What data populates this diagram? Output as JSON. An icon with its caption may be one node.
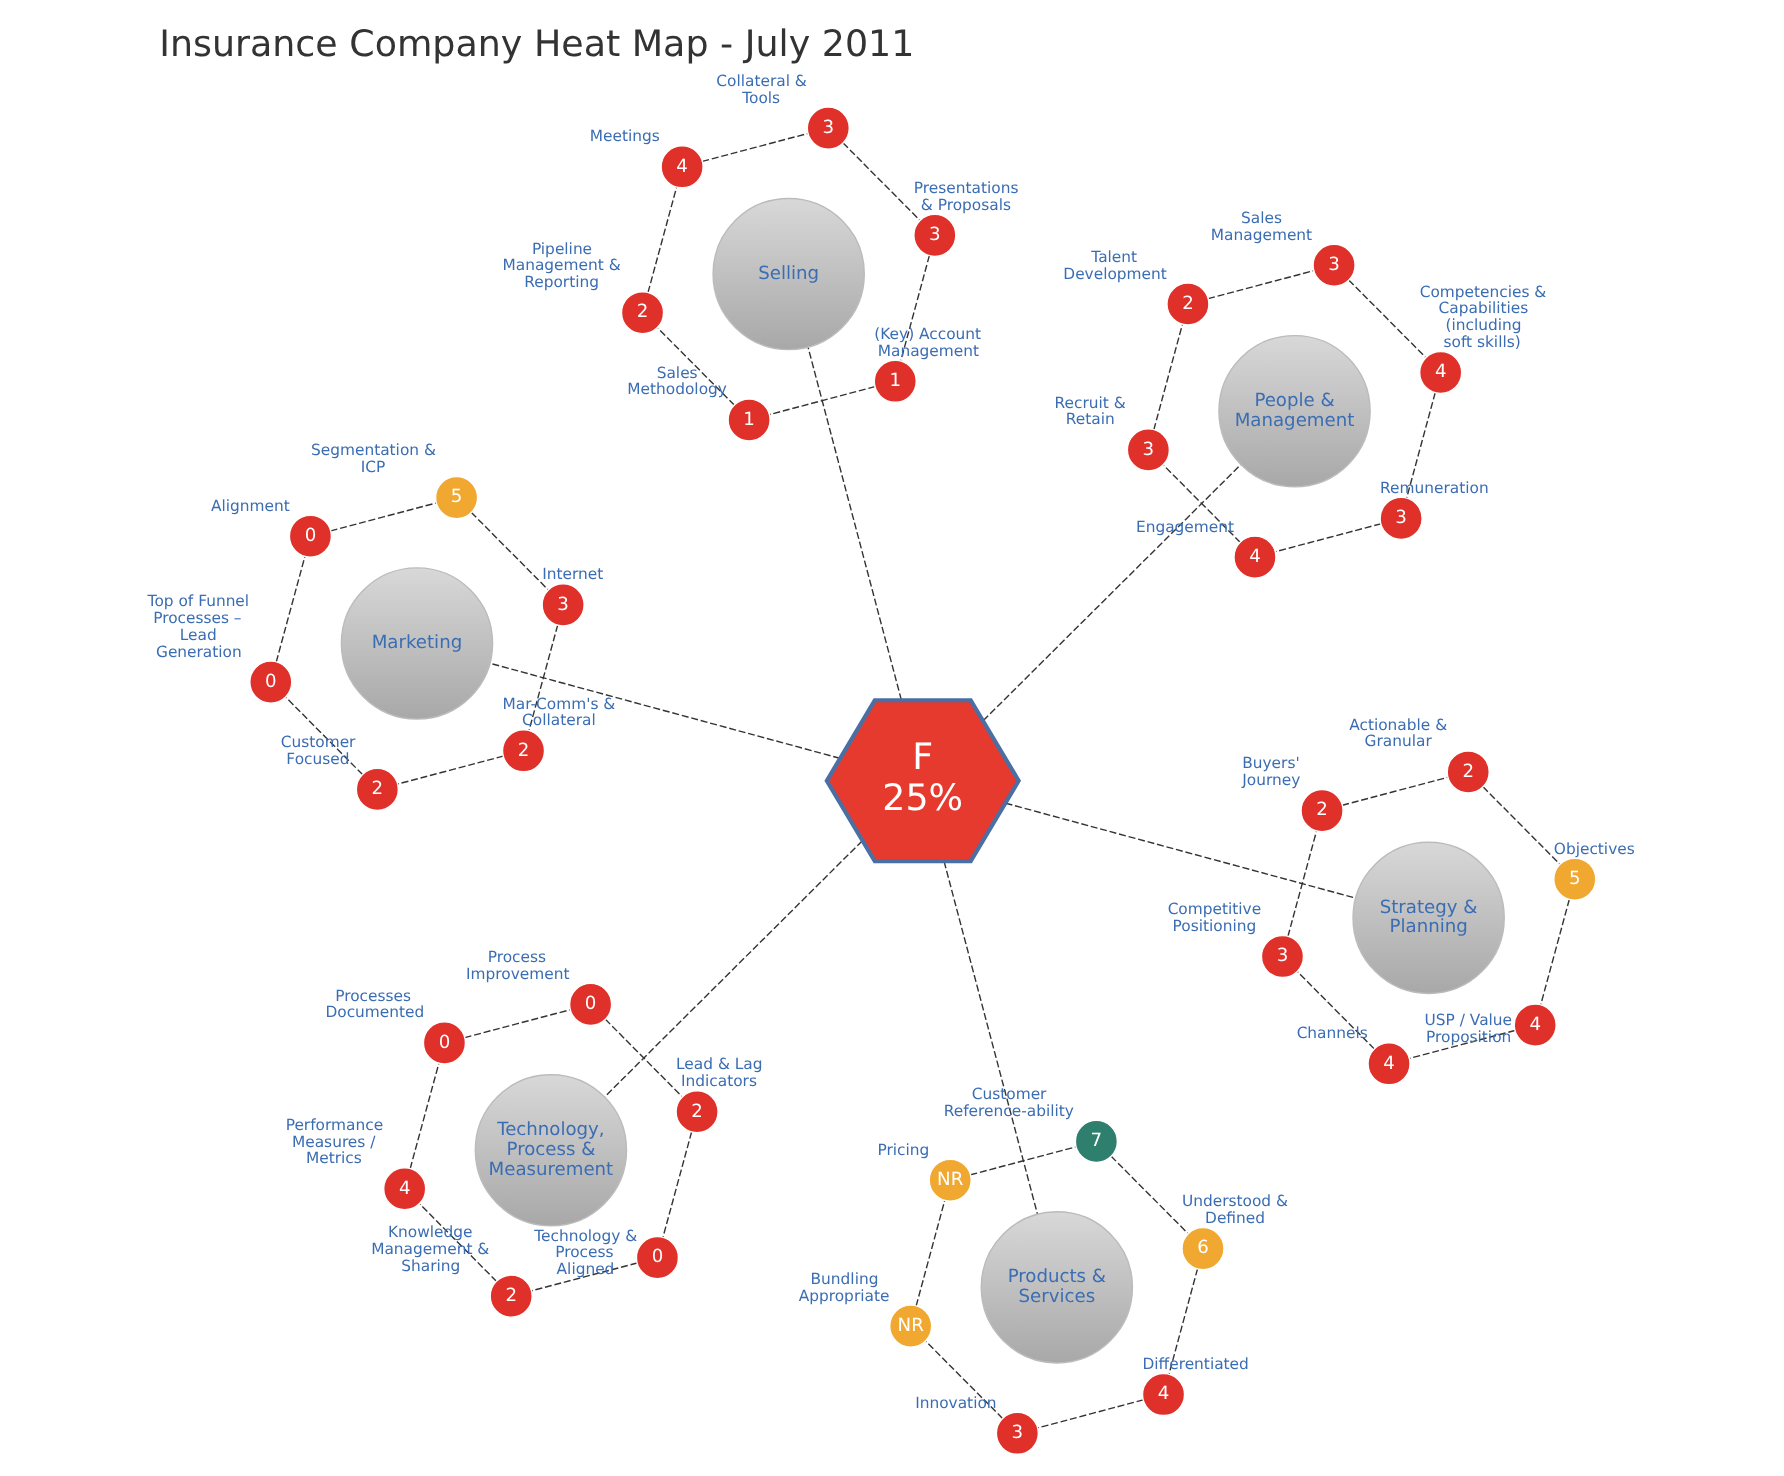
{
  "diagram": {
    "title": "Insurance Company Heat Map - July 2011",
    "nodes": [
      {
        "text": [
          "F",
          "25%"
        ]
      },
      {
        "text": [
          "People & Management"
        ]
      },
      {
        "text": [
          "3"
        ],
        "beside": [
          "Sales Management"
        ]
      },
      {
        "text": [
          "4"
        ],
        "beside": [
          "Competencies & Capabilities (including soft skills)"
        ]
      },
      {
        "text": [
          "3"
        ],
        "beside": [
          "Remuneration"
        ]
      },
      {
        "text": [
          "4"
        ],
        "beside": [
          "Engagement"
        ]
      },
      {
        "text": [
          "3"
        ],
        "beside": [
          "Recruit & Retain"
        ]
      },
      {
        "text": [
          "2"
        ],
        "beside": [
          "Talent Development"
        ]
      },
      {
        "text": [
          "Selling"
        ]
      },
      {
        "text": [
          "3"
        ],
        "beside": [
          "Collateral & Tools"
        ]
      },
      {
        "text": [
          "3"
        ],
        "beside": [
          "Presentations & Proposals"
        ]
      },
      {
        "text": [
          "1"
        ],
        "beside": [
          "(Key) Account Management"
        ]
      },
      {
        "text": [
          "1"
        ],
        "beside": [
          "Sales Methodology"
        ]
      },
      {
        "text": [
          "2"
        ],
        "beside": [
          "Pipeline Management & Reporting"
        ]
      },
      {
        "text": [
          "4"
        ],
        "beside": [
          "Meetings"
        ]
      },
      {
        "text": [
          "Strategy & Planning"
        ]
      },
      {
        "text": [
          "2"
        ],
        "beside": [
          "Actionable & Granular"
        ]
      },
      {
        "text": [
          "5"
        ],
        "beside": [
          "Objectives"
        ]
      },
      {
        "text": [
          "4"
        ],
        "beside": [
          "USP / Value Proposition"
        ]
      },
      {
        "text": [
          "4"
        ],
        "beside": [
          "Channels"
        ]
      },
      {
        "text": [
          "3"
        ],
        "beside": [
          "Competitive Positioning"
        ]
      },
      {
        "text": [
          "2"
        ],
        "beside": [
          "Buyers' Journey"
        ]
      },
      {
        "text": [
          "Marketing"
        ]
      },
      {
        "text": [
          "5"
        ],
        "beside": [
          "Segmentation & ICP"
        ]
      },
      {
        "text": [
          "3"
        ],
        "beside": [
          "Internet"
        ]
      },
      {
        "text": [
          "2"
        ],
        "beside": [
          "Mar-Comm's & Collateral"
        ]
      },
      {
        "text": [
          "2"
        ],
        "beside": [
          "Customer Focused"
        ]
      },
      {
        "text": [
          "0"
        ],
        "beside": [
          "Top of Funnel Processes – Lead Generation"
        ]
      },
      {
        "text": [
          "0"
        ],
        "beside": [
          "Alignment"
        ]
      },
      {
        "text": [
          "Products & Services"
        ]
      },
      {
        "text": [
          "7"
        ],
        "beside": [
          "Customer Reference-ability"
        ]
      },
      {
        "text": [
          "6"
        ],
        "beside": [
          "Understood & Defined"
        ]
      },
      {
        "text": [
          "4"
        ],
        "beside": [
          "Differentiated"
        ]
      },
      {
        "text": [
          "3"
        ],
        "beside": [
          "Innovation"
        ]
      },
      {
        "text": [
          "NR"
        ],
        "beside": [
          "Bundling Appropriate"
        ]
      },
      {
        "text": [
          "NR"
        ],
        "beside": [
          "Pricing"
        ]
      },
      {
        "text": [
          "Technology, Process & Measurement"
        ]
      },
      {
        "text": [
          "0"
        ],
        "beside": [
          "Process Improvement"
        ]
      },
      {
        "text": [
          "2"
        ],
        "beside": [
          "Lead & Lag Indicators"
        ]
      },
      {
        "text": [
          "0"
        ],
        "beside": [
          "Technology & Process Aligned"
        ]
      },
      {
        "text": [
          "2"
        ],
        "beside": [
          "Knowledge Management & Sharing"
        ]
      },
      {
        "text": [
          "4"
        ],
        "beside": [
          "Performance Measures / Metrics"
        ]
      },
      {
        "text": [
          "0"
        ],
        "beside": [
          "Processes Documented"
        ]
      }
    ],
    "edges": [
      {
        "from": 0,
        "to": 1,
        "arrow": "none",
        "style": "dashed"
      },
      {
        "from": 0,
        "to": 8,
        "arrow": "none",
        "style": "dashed"
      },
      {
        "from": 0,
        "to": 15,
        "arrow": "none",
        "style": "dashed"
      },
      {
        "from": 0,
        "to": 22,
        "arrow": "none",
        "style": "dashed"
      },
      {
        "from": 0,
        "to": 29,
        "arrow": "none",
        "style": "dashed"
      },
      {
        "from": 0,
        "to": 36,
        "arrow": "none",
        "style": "dashed"
      },
      {
        "from": 2,
        "to": 3,
        "arrow": "none",
        "style": "dashed"
      },
      {
        "from": 3,
        "to": 4,
        "arrow": "none",
        "style": "dashed"
      },
      {
        "from": 4,
        "to": 5,
        "arrow": "none",
        "style": "dashed"
      },
      {
        "from": 5,
        "to": 6,
        "arrow": "none",
        "style": "dashed"
      },
      {
        "from": 6,
        "to": 7,
        "arrow": "none",
        "style": "dashed"
      },
      {
        "from": 7,
        "to": 2,
        "arrow": "none",
        "style": "dashed"
      },
      {
        "from": 9,
        "to": 10,
        "arrow": "none",
        "style": "dashed"
      },
      {
        "from": 10,
        "to": 11,
        "arrow": "none",
        "style": "dashed"
      },
      {
        "from": 11,
        "to": 12,
        "arrow": "none",
        "style": "dashed"
      },
      {
        "from": 12,
        "to": 13,
        "arrow": "none",
        "style": "dashed"
      },
      {
        "from": 13,
        "to": 14,
        "arrow": "none",
        "style": "dashed"
      },
      {
        "from": 14,
        "to": 9,
        "arrow": "none",
        "style": "dashed"
      },
      {
        "from": 16,
        "to": 17,
        "arrow": "none",
        "style": "dashed"
      },
      {
        "from": 17,
        "to": 18,
        "arrow": "none",
        "style": "dashed"
      },
      {
        "from": 18,
        "to": 19,
        "arrow": "none",
        "style": "dashed"
      },
      {
        "from": 19,
        "to": 20,
        "arrow": "none",
        "style": "dashed"
      },
      {
        "from": 20,
        "to": 21,
        "arrow": "none",
        "style": "dashed"
      },
      {
        "from": 21,
        "to": 16,
        "arrow": "none",
        "style": "dashed"
      },
      {
        "from": 23,
        "to": 24,
        "arrow": "none",
        "style": "dashed"
      },
      {
        "from": 24,
        "to": 25,
        "arrow": "none",
        "style": "dashed"
      },
      {
        "from": 25,
        "to": 26,
        "arrow": "none",
        "style": "dashed"
      },
      {
        "from": 26,
        "to": 27,
        "arrow": "none",
        "style": "dashed"
      },
      {
        "from": 27,
        "to": 28,
        "arrow": "none",
        "style": "dashed"
      },
      {
        "from": 28,
        "to": 23,
        "arrow": "none",
        "style": "dashed"
      },
      {
        "from": 30,
        "to": 31,
        "arrow": "none",
        "style": "dashed"
      },
      {
        "from": 31,
        "to": 32,
        "arrow": "none",
        "style": "dashed"
      },
      {
        "from": 32,
        "to": 33,
        "arrow": "none",
        "style": "dashed"
      },
      {
        "from": 33,
        "to": 34,
        "arrow": "none",
        "style": "dashed"
      },
      {
        "from": 34,
        "to": 35,
        "arrow": "none",
        "style": "dashed"
      },
      {
        "from": 35,
        "to": 30,
        "arrow": "none",
        "style": "dashed"
      },
      {
        "from": 37,
        "to": 38,
        "arrow": "none",
        "style": "dashed"
      },
      {
        "from": 38,
        "to": 39,
        "arrow": "none",
        "style": "dashed"
      },
      {
        "from": 39,
        "to": 40,
        "arrow": "none",
        "style": "dashed"
      },
      {
        "from": 40,
        "to": 41,
        "arrow": "none",
        "style": "dashed"
      },
      {
        "from": 41,
        "to": 42,
        "arrow": "none",
        "style": "dashed"
      },
      {
        "from": 42,
        "to": 37,
        "arrow": "none",
        "style": "dashed"
      }
    ]
  }
}
